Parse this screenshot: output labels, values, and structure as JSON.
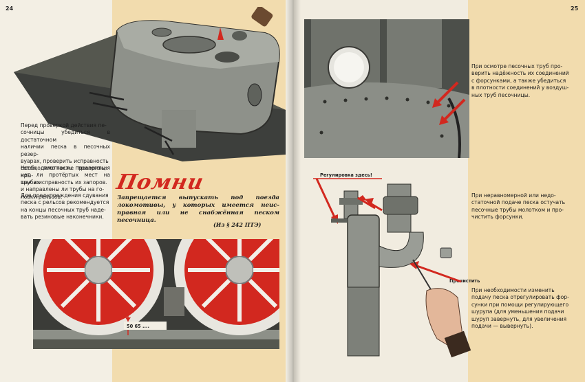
{
  "left_page": {
    "page_number": "24",
    "paragraph_1": "Перед проверкой действия пе-\nсочницы убедиться в достаточном\nналичии песка в песочных резер-\nвуарах, проверить исправность\nсеток, плотность прилегания кры-\nшек и исправность их запоров.",
    "paragraph_2": "Необходимо также проверить,\nнет ли протёртых мест на трубах\nи направлены ли трубы на го-\nловки рельсов.",
    "paragraph_3": "Для предупреждения сдувания\nпеска с рельсов рекомендуется\nна концы песочных труб наде-\nвать резиновые наконечники.",
    "remember_heading": "Помни",
    "warning_text": "Запрещается выпускать под поезда локомотивы, у которых имеется неис-правная или не снабжённая песком песочница.",
    "warning_source": "(Из § 242 ПТЭ)",
    "gap_label": "50 65 ...."
  },
  "right_page": {
    "page_number": "25",
    "paragraph_1": "При осмотре песочных труб про-\nверить надёжность их соединений\nс форсунками, а также убедиться\nв плотности соединений у воздуш-\nных труб песочницы.",
    "paragraph_2": "При неравномерной или недо-\nстаточной подаче песка остучать\nпесочные трубы молотком и про-\nчистить форсунки.",
    "paragraph_3": "При необходимости изменить\nподачу песка отрегулировать фор-\nсунки при помощи регулирующего\nшурупа (для уменьшения подачи\nшуруп завернуть, для увеличения\nподачи — вывернуть).",
    "label_adjust": "Регулировка здесь!",
    "label_clean": "Прочистить"
  },
  "colors": {
    "accent_red": "#d2281f",
    "cream": "#f2dcae",
    "metal": "#7d8079"
  }
}
